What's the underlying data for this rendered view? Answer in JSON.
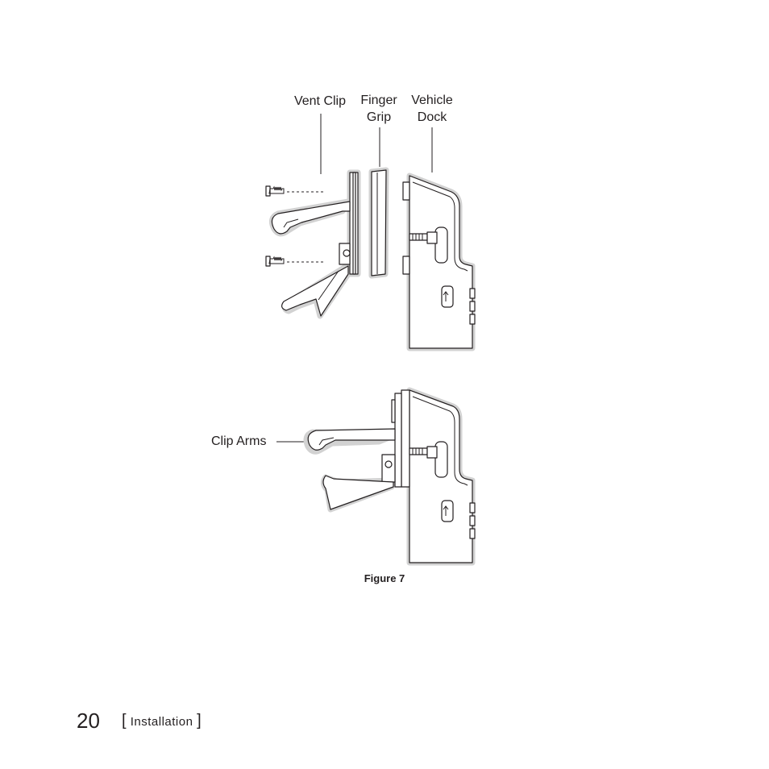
{
  "labels": {
    "vent_clip": "Vent Clip",
    "finger_grip_line1": "Finger",
    "finger_grip_line2": "Grip",
    "vehicle_dock_line1": "Vehicle",
    "vehicle_dock_line2": "Dock",
    "clip_arms": "Clip Arms"
  },
  "caption": "Figure 7",
  "footer": {
    "page_number": "20",
    "open_bracket": "[",
    "section": "Installation",
    "close_bracket": "]"
  }
}
